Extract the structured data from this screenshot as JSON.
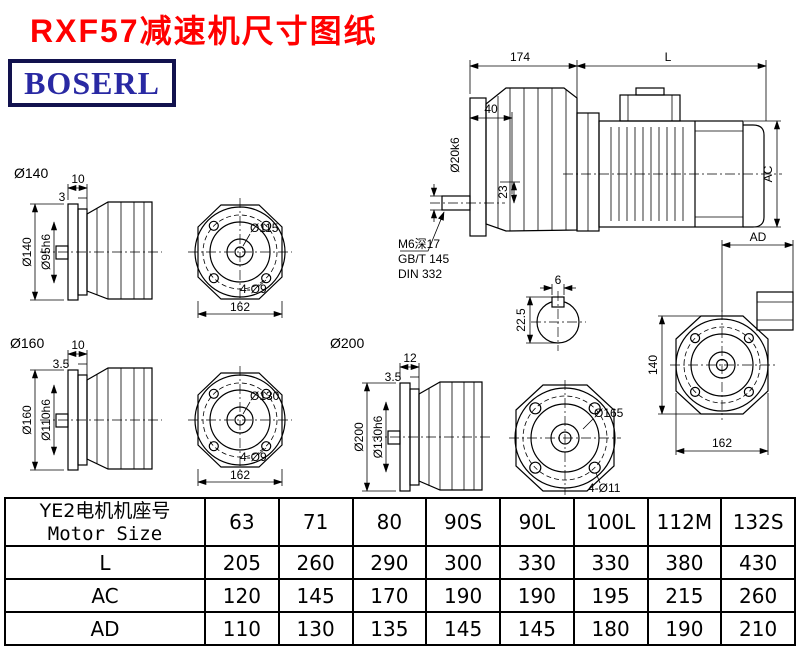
{
  "page": {
    "title": "RXF57减速机尺寸图纸",
    "title_color": "#ff0000",
    "logo_text": "BOSERL",
    "logo_text_color": "#2929a3",
    "logo_border_color": "#12124e"
  },
  "views": {
    "v140": {
      "label": "Ø140",
      "dim_width1": "10",
      "dim_width2": "3",
      "dim_flange": "Ø140",
      "dim_spigot": "Ø95h6",
      "front": {
        "bolt_circle": "Ø115",
        "holes": "4-Ø9",
        "width": "162"
      }
    },
    "v160": {
      "label": "Ø160",
      "dim_width1": "10",
      "dim_width2": "3.5",
      "dim_flange": "Ø160",
      "dim_spigot": "Ø110h6",
      "front": {
        "bolt_circle": "Ø130",
        "holes": "4-Ø9",
        "width": "162"
      }
    },
    "v200": {
      "label": "Ø200",
      "dim_width1": "12",
      "dim_width2": "3.5",
      "dim_flange": "Ø200",
      "dim_spigot": "Ø130h6",
      "front": {
        "bolt_circle": "Ø165",
        "holes": "4-Ø11"
      }
    },
    "main": {
      "dim_gearbox_len": "174",
      "dim_motor_len": "L",
      "dim_shaft_len": "40",
      "dim_shaft_dia": "Ø20k6",
      "dim_offset": "23",
      "dim_ac": "AC",
      "notes": [
        "M6深17",
        "GB/T 145",
        "DIN 332"
      ],
      "key": {
        "width": "6",
        "height": "22.5"
      },
      "rear": {
        "ad": "AD",
        "height": "140",
        "width": "162"
      }
    }
  },
  "table": {
    "row_header_cn": "YE2电机机座号",
    "row_header_en": "Motor Size",
    "sizes": [
      "63",
      "71",
      "80",
      "90S",
      "90L",
      "100L",
      "112M",
      "132S"
    ],
    "rows": [
      {
        "label": "L",
        "values": [
          "205",
          "260",
          "290",
          "300",
          "330",
          "330",
          "380",
          "430"
        ]
      },
      {
        "label": "AC",
        "values": [
          "120",
          "145",
          "170",
          "190",
          "190",
          "195",
          "215",
          "260"
        ]
      },
      {
        "label": "AD",
        "values": [
          "110",
          "130",
          "135",
          "145",
          "145",
          "180",
          "190",
          "210"
        ]
      }
    ]
  }
}
